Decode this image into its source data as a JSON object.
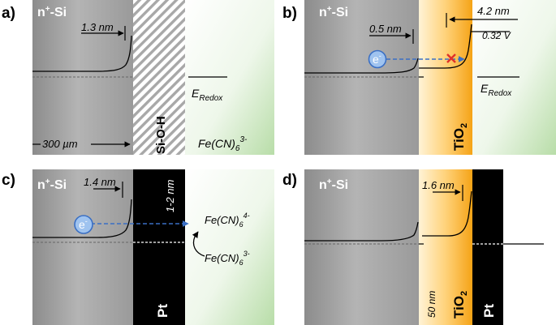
{
  "panels": {
    "a": {
      "letter": "a)",
      "si_label": "n",
      "si_sup": "+",
      "si_suffix": "-Si",
      "depletion_width": "1.3 nm",
      "substrate_thickness": "300 µm",
      "layer_label": "Si-O-H",
      "redox_E": "E",
      "redox_sub": "Redox",
      "electrolyte_base": "Fe(CN)",
      "electrolyte_sub": "6",
      "electrolyte_sup": "3-"
    },
    "b": {
      "letter": "b)",
      "si_label": "n",
      "si_sup": "+",
      "si_suffix": "-Si",
      "depletion_width": "0.5 nm",
      "tio2_width": "4.2 nm",
      "band_offset": "0.32 V",
      "electron": "e",
      "electron_sup": "-",
      "redox_E": "E",
      "redox_sub": "Redox",
      "layer_label": "TiO",
      "layer_sub": "2"
    },
    "c": {
      "letter": "c)",
      "si_label": "n",
      "si_sup": "+",
      "si_suffix": "-Si",
      "depletion_width": "1.4 nm",
      "pt_thickness": "1-2 nm",
      "electron": "e",
      "electron_sup": "-",
      "product_base": "Fe(CN)",
      "product_sub": "6",
      "product_sup": "4-",
      "reactant_base": "Fe(CN)",
      "reactant_sub": "6",
      "reactant_sup": "3-",
      "metal_label": "Pt"
    },
    "d": {
      "letter": "d)",
      "si_label": "n",
      "si_sup": "+",
      "si_suffix": "-Si",
      "depletion_width": "1.6 nm",
      "tio2_thickness": "50 nm",
      "layer_label": "TiO",
      "layer_sub": "2",
      "metal_label": "Pt"
    }
  },
  "colors": {
    "electron_fill": "#9fc3ef",
    "electron_stroke": "#3a6fc4",
    "arrow_blue": "#3a6fc4",
    "cross_red": "#e0302a",
    "tio2_orange": "#f5a623",
    "electrolyte_green": "#a9d69a"
  }
}
